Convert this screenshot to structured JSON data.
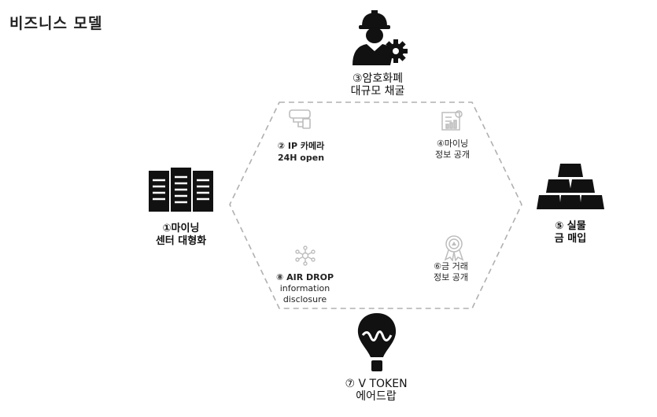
{
  "title": "비즈니스 모델",
  "nodes": {
    "mining_pool": {
      "line1": "③암호화폐",
      "line2": "대규모 채굴"
    },
    "gold_buy": {
      "line1": "⑤ 실물",
      "line2": "금 매입"
    },
    "token": {
      "line1": "⑦ V TOKEN",
      "line2": "에어드랍"
    },
    "mining_center": {
      "line1": "①마이닝",
      "line2": "센터 대형화"
    },
    "ip_camera": {
      "line1": "② IP 카메라",
      "line2": "24H open"
    },
    "mining_info": {
      "line1": "④마이닝",
      "line2": "정보 공개"
    },
    "gold_trade": {
      "line1": "⑥금 거래",
      "line2": "정보 공개"
    },
    "airdrop_info": {
      "line1": "⑧ AIR DROP",
      "line2": "information",
      "line3": "disclosure"
    }
  },
  "icons": {
    "miner": "worker-gear-icon",
    "gold": "gold-bars-icon",
    "balloon": "balloon-icon",
    "servers": "server-rack-icon",
    "camera": "cctv-camera-icon",
    "report": "report-chart-icon",
    "badge": "certificate-badge-icon",
    "network": "network-nodes-icon"
  },
  "colors": {
    "dark": "#111111",
    "light_icon": "#bdbdbd",
    "dash": "#b0b0b0"
  }
}
